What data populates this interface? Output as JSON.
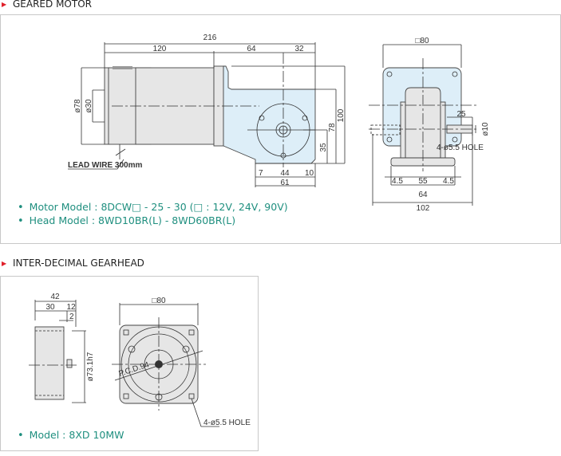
{
  "sections": [
    {
      "title": "GEARED MOTOR",
      "specs": [
        "Motor Model : 8DCW□ - 25 - 30 (□ : 12V, 24V, 90V)",
        "Head Model : 8WD10BR(L) - 8WD60BR(L)"
      ],
      "dims": {
        "total": "216",
        "motor_len": "120",
        "head_len": "64",
        "shaft_off": "32",
        "dia78": "ø78",
        "dia30": "ø30",
        "h100": "100",
        "h78": "78",
        "h35": "35",
        "b7": "7",
        "b44": "44",
        "b10": "10",
        "b61": "61",
        "lead": "LEAD WIRE 300mm",
        "sq80": "□80",
        "s25": "25",
        "d10": "ø10",
        "hole": "4-ø5.5 HOLE",
        "f45a": "4.5",
        "f55": "55",
        "f45b": "4.5",
        "f64": "64",
        "f102": "102"
      }
    },
    {
      "title": "INTER-DECIMAL GEARHEAD",
      "specs": [
        "Model : 8XD 10MW"
      ],
      "dims": {
        "l42": "42",
        "l30": "30",
        "l12": "12",
        "l2": "2",
        "dia": "ø73.1h7",
        "sq80": "□80",
        "pcd": "P.C.D.94",
        "hole": "4-ø5.5 HOLE"
      }
    }
  ],
  "colors": {
    "accent": "#e0202a",
    "spec_text": "#1f8f7f",
    "head_fill": "#ddeef8"
  }
}
